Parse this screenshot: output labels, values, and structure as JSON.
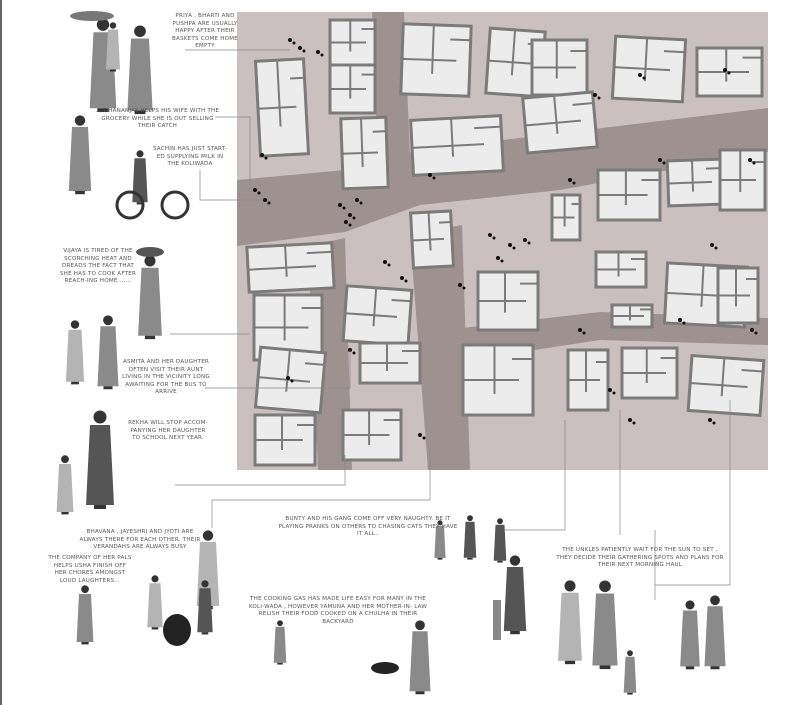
{
  "colors": {
    "ground": "#cbc0c0",
    "road": "#9e9291",
    "building_fill": "#ececec",
    "building_wall": "#7b7b7b",
    "figure_dark": "#555555",
    "figure_mid": "#8a8a8a",
    "figure_light": "#b4b4b4",
    "leader_line": "#888888"
  },
  "annotations": {
    "priya": "Priya , Bharti and Pushpa are usually happy after their baskets come home empty",
    "dhananjay": "....Dhananjay helps his wife with the grocery while she is out selling their catch",
    "sachin": "Sachin has just start-ed supplying milk in the Koliwada",
    "vijaya": "Vijaya is tired of the scorching heat and dreads the fact that she has to cook after reach-ing home.......",
    "asmita": "Asmita and her daughter often visit their aunt living in the vicinity long awaiting for the bus to arrive",
    "rekha": "Rekha will stop accom-panying her daughter to school next year.",
    "bhavana": "Bhavana , Jayeshri and Jyoti are always there for each other. Their verandahs are always busy",
    "usha": "The company of her pals helps Usha finish off her chores amongst loud laughters...",
    "bunty": "Bunty and his gang come off very naughty. Be it playing pranks on others to chasing cats they have it all..",
    "cooking_gas": "The cooking gas has made life easy for many in the Koli-wada , however Yamuna and her mother-in- law relish their food cooked on a chulha in their backyard",
    "uncles": "The unkles patiently wait for the sun to set , they decide their gathering spots and plans for their next morning haul"
  }
}
